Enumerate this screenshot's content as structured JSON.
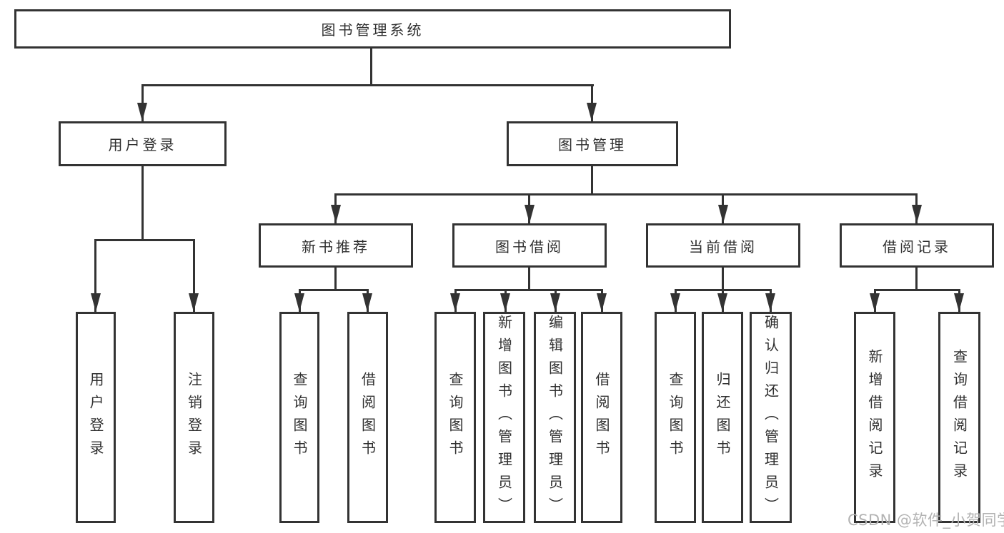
{
  "nodes": {
    "root": {
      "label": "图书管理系统"
    },
    "user_login": {
      "label": "用户登录"
    },
    "book_mgmt": {
      "label": "图书管理"
    },
    "new_book_rec": {
      "label": "新书推荐"
    },
    "book_borrow": {
      "label": "图书借阅"
    },
    "current_borrow": {
      "label": "当前借阅"
    },
    "borrow_records": {
      "label": "借阅记录"
    },
    "leaf_user_login": {
      "label": "用户登录"
    },
    "leaf_logout": {
      "label": "注销登录"
    },
    "leaf_nb_query_books": {
      "label": "查询图书"
    },
    "leaf_nb_borrow_books": {
      "label": "借阅图书"
    },
    "leaf_bb_query_books": {
      "label": "查询图书"
    },
    "leaf_bb_add_books": {
      "label": "新增图书（管理员）"
    },
    "leaf_bb_edit_books": {
      "label": "编辑图书（管理员）"
    },
    "leaf_bb_borrow_books": {
      "label": "借阅图书"
    },
    "leaf_cb_query_books": {
      "label": "查询图书"
    },
    "leaf_cb_return_books": {
      "label": "归还图书"
    },
    "leaf_cb_confirm_return": {
      "label": "确认归还（管理员）"
    },
    "leaf_br_add_record": {
      "label": "新增借阅记录"
    },
    "leaf_br_query_record": {
      "label": "查询借阅记录"
    }
  },
  "watermark": {
    "text": "CSDN @软件_小贺同学"
  },
  "colors": {
    "line": "#333333",
    "text": "#2f2f2f",
    "watermark": "#b3b3b3",
    "background": "#ffffff"
  }
}
